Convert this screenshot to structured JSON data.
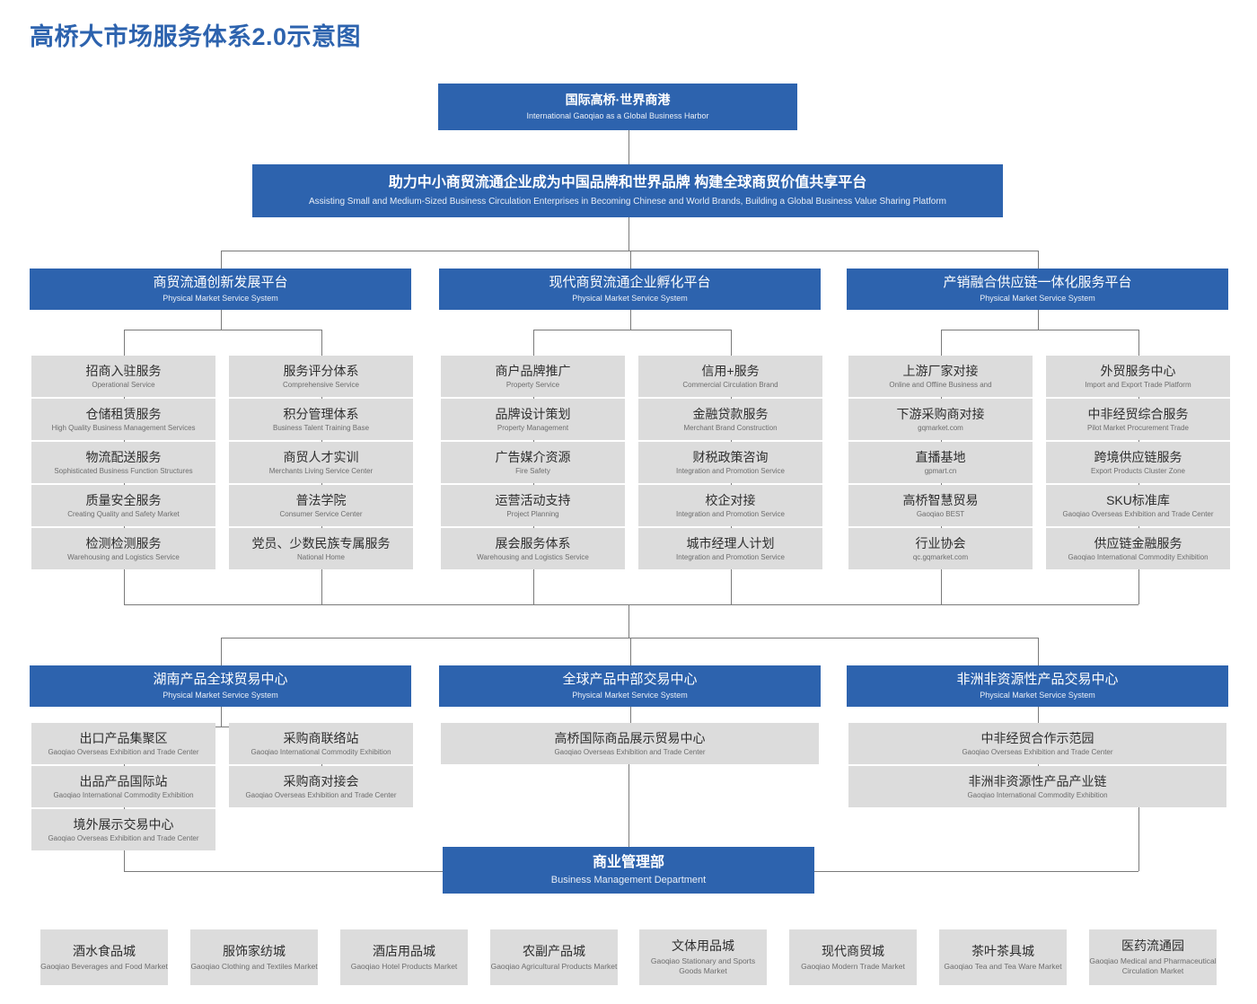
{
  "title": "高桥大市场服务体系2.0示意图",
  "colors": {
    "brand_blue": "#2D63AE",
    "box_grey": "#DCDCDC",
    "line_grey": "#7a7a7a"
  },
  "root": {
    "cn": "国际高桥·世界商港",
    "en": "International Gaoqiao as a Global Business Harbor"
  },
  "mission": {
    "cn": "助力中小商贸流通企业成为中国品牌和世界品牌   构建全球商贸价值共享平台",
    "en": "Assisting Small and Medium-Sized Business Circulation Enterprises in Becoming Chinese and World Brands, Building a Global Business Value Sharing Platform"
  },
  "platforms": [
    {
      "cn": "商贸流通创新发展平台",
      "en": "Physical Market Service System",
      "columns": [
        [
          {
            "cn": "招商入驻服务",
            "en": "Operational Service"
          },
          {
            "cn": "仓储租赁服务",
            "en": "High Quality Business Management Services"
          },
          {
            "cn": "物流配送服务",
            "en": "Sophisticated Business Function Structures"
          },
          {
            "cn": "质量安全服务",
            "en": "Creating Quality and Safety Market"
          },
          {
            "cn": "检测检测服务",
            "en": "Warehousing and Logistics Service"
          }
        ],
        [
          {
            "cn": "服务评分体系",
            "en": "Comprehensive Service"
          },
          {
            "cn": "积分管理体系",
            "en": "Business Talent Training Base"
          },
          {
            "cn": "商贸人才实训",
            "en": "Merchants Living Service Center"
          },
          {
            "cn": "普法学院",
            "en": "Consumer Service Center"
          },
          {
            "cn": "党员、少数民族专属服务",
            "en": "National Home"
          }
        ]
      ]
    },
    {
      "cn": "现代商贸流通企业孵化平台",
      "en": "Physical Market Service System",
      "columns": [
        [
          {
            "cn": "商户品牌推广",
            "en": "Property Service"
          },
          {
            "cn": "品牌设计策划",
            "en": "Property Management"
          },
          {
            "cn": "广告媒介资源",
            "en": "Fire Safety"
          },
          {
            "cn": "运营活动支持",
            "en": "Project Planning"
          },
          {
            "cn": "展会服务体系",
            "en": "Warehousing and Logistics Service"
          }
        ],
        [
          {
            "cn": "信用+服务",
            "en": "Commercial Circulation Brand"
          },
          {
            "cn": "金融贷款服务",
            "en": "Merchant Brand Construction"
          },
          {
            "cn": "财税政策咨询",
            "en": "Integration and Promotion Service"
          },
          {
            "cn": "校企对接",
            "en": "Integration and Promotion Service"
          },
          {
            "cn": "城市经理人计划",
            "en": "Integration and Promotion Service"
          }
        ]
      ]
    },
    {
      "cn": "产销融合供应链一体化服务平台",
      "en": "Physical Market Service System",
      "columns": [
        [
          {
            "cn": "上游厂家对接",
            "en": "Online and Offline Business and"
          },
          {
            "cn": "下游采购商对接",
            "en": "gqmarket.com"
          },
          {
            "cn": "直播基地",
            "en": "gpmart.cn"
          },
          {
            "cn": "高桥智慧贸易",
            "en": "Gaoqiao BEST"
          },
          {
            "cn": "行业协会",
            "en": "qc.gqmarket.com"
          }
        ],
        [
          {
            "cn": "外贸服务中心",
            "en": "Import and Export Trade Platform"
          },
          {
            "cn": "中非经贸综合服务",
            "en": "Pilot Market Procurement Trade"
          },
          {
            "cn": "跨境供应链服务",
            "en": "Export Products Cluster Zone"
          },
          {
            "cn": "SKU标准库",
            "en": "Gaoqiao Overseas Exhibition and Trade Center"
          },
          {
            "cn": "供应链金融服务",
            "en": "Gaoqiao International Commodity Exhibition"
          }
        ]
      ]
    }
  ],
  "trade_centers": [
    {
      "cn": "湖南产品全球贸易中心",
      "en": "Physical Market Service System",
      "columns": [
        [
          {
            "cn": "出口产品集聚区",
            "en": "Gaoqiao Overseas Exhibition and Trade Center"
          },
          {
            "cn": "出品产品国际站",
            "en": "Gaoqiao International Commodity Exhibition"
          },
          {
            "cn": "境外展示交易中心",
            "en": "Gaoqiao Overseas Exhibition and Trade Center"
          }
        ],
        [
          {
            "cn": "采购商联络站",
            "en": "Gaoqiao International Commodity Exhibition"
          },
          {
            "cn": "采购商对接会",
            "en": "Gaoqiao Overseas Exhibition and Trade Center"
          }
        ]
      ]
    },
    {
      "cn": "全球产品中部交易中心",
      "en": "Physical Market Service System",
      "columns": [
        [
          {
            "cn": "高桥国际商品展示贸易中心",
            "en": "Gaoqiao Overseas Exhibition and Trade Center"
          }
        ]
      ]
    },
    {
      "cn": "非洲非资源性产品交易中心",
      "en": "Physical Market Service System",
      "columns": [
        [
          {
            "cn": "中非经贸合作示范园",
            "en": "Gaoqiao Overseas Exhibition and Trade Center"
          },
          {
            "cn": "非洲非资源性产品产业链",
            "en": "Gaoqiao International Commodity Exhibition"
          }
        ]
      ]
    }
  ],
  "department": {
    "cn": "商业管理部",
    "en": "Business Management Department"
  },
  "markets": [
    {
      "cn": "酒水食品城",
      "en": "Gaoqiao Beverages and Food Market"
    },
    {
      "cn": "服饰家纺城",
      "en": "Gaoqiao Clothing and Textiles Market"
    },
    {
      "cn": "酒店用品城",
      "en": "Gaoqiao Hotel Products Market"
    },
    {
      "cn": "农副产品城",
      "en": "Gaoqiao Agricultural Products Market"
    },
    {
      "cn": "文体用品城",
      "en": "Gaoqiao Stationary and Sports Goods Market"
    },
    {
      "cn": "现代商贸城",
      "en": "Gaoqiao Modern Trade Market"
    },
    {
      "cn": "茶叶茶具城",
      "en": "Gaoqiao Tea and Tea Ware Market"
    },
    {
      "cn": "医药流通园",
      "en": "Gaoqiao Medical and Pharmaceutical Circulation Market"
    }
  ]
}
